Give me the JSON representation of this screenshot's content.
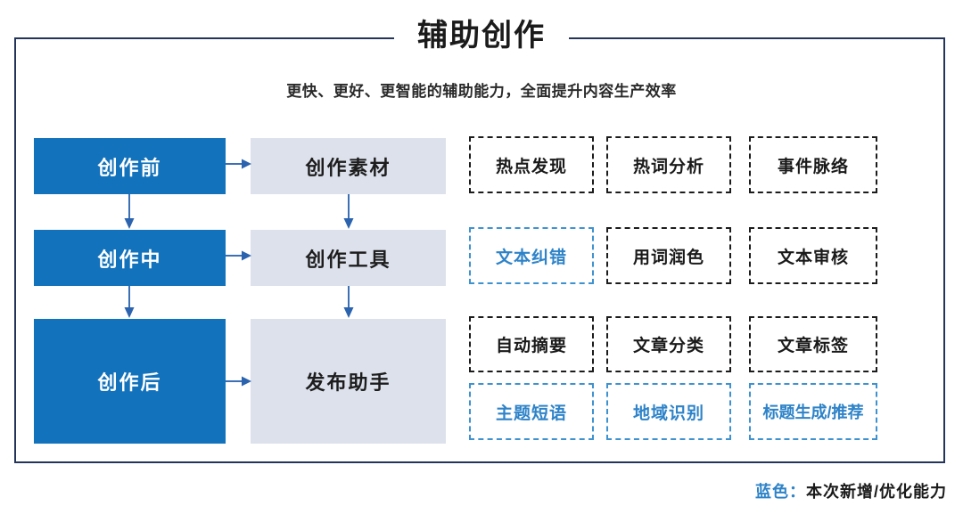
{
  "header": {
    "title": "辅助创作",
    "subtitle": "更快、更好、更智能的辅助能力，全面提升内容生产效率"
  },
  "flow": {
    "stages": [
      {
        "label": "创作前",
        "type": "primary"
      },
      {
        "label": "创作中",
        "type": "primary"
      },
      {
        "label": "创作后",
        "type": "primary"
      }
    ],
    "outputs": [
      {
        "label": "创作素材",
        "type": "secondary"
      },
      {
        "label": "创作工具",
        "type": "secondary"
      },
      {
        "label": "发布助手",
        "type": "secondary"
      }
    ]
  },
  "capabilities": {
    "row1": [
      {
        "label": "热点发现",
        "highlight": false
      },
      {
        "label": "热词分析",
        "highlight": false
      },
      {
        "label": "事件脉络",
        "highlight": false
      }
    ],
    "row2": [
      {
        "label": "文本纠错",
        "highlight": true
      },
      {
        "label": "用词润色",
        "highlight": false
      },
      {
        "label": "文本审核",
        "highlight": false
      }
    ],
    "row3": [
      {
        "label": "自动摘要",
        "highlight": false
      },
      {
        "label": "文章分类",
        "highlight": false
      },
      {
        "label": "文章标签",
        "highlight": false
      }
    ],
    "row4": [
      {
        "label": "主题短语",
        "highlight": true
      },
      {
        "label": "地域识别",
        "highlight": true
      },
      {
        "label": "标题生成/推荐",
        "highlight": true
      }
    ]
  },
  "legend": {
    "key": "蓝色：",
    "value": "本次新增/优化能力"
  },
  "colors": {
    "primary_blue": "#1272bc",
    "secondary_gray_blue": "#dce1ec",
    "accent_blue": "#2e83c8",
    "arrow_blue": "#3b6fb6",
    "frame_navy": "#24355a"
  }
}
